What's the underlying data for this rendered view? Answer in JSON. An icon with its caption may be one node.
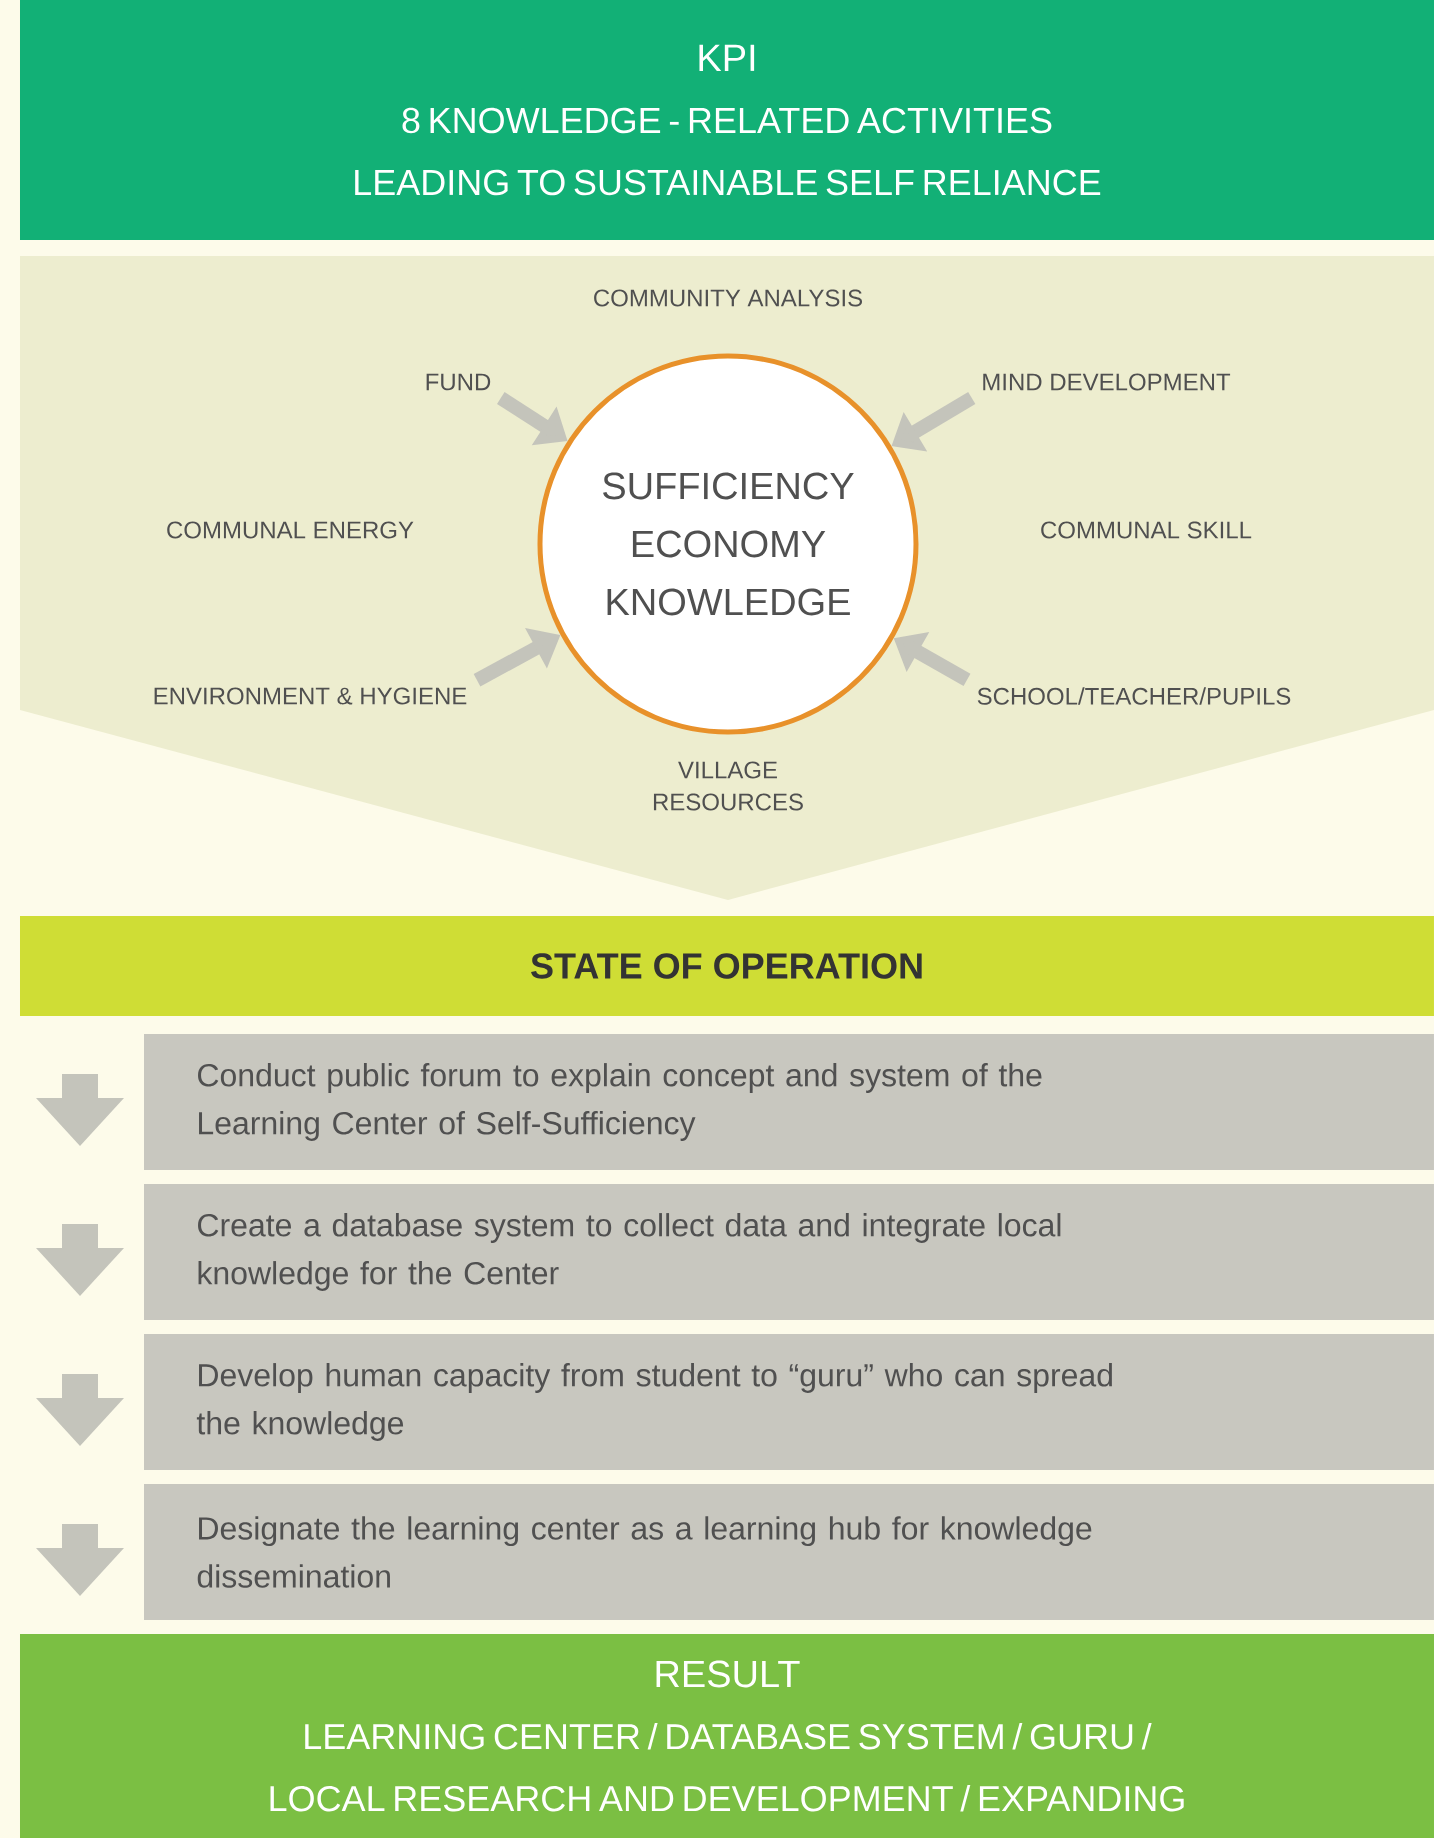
{
  "diagram": {
    "nodes": [
      {
        "text": [
          "KPI",
          "8 KNOWLEDGE - RELATED ACTIVITIES LEADING TO SUSTAINABLE SELF RELIANCE"
        ]
      },
      {
        "text": [
          "SUFFICIENCY ECONOMY KNOWLEDGE"
        ]
      },
      {
        "text": [
          "COMMUNITY ANALYSIS"
        ]
      },
      {
        "text": [
          "FUND"
        ]
      },
      {
        "text": [
          "MIND DEVELOPMENT"
        ]
      },
      {
        "text": [
          "COMMUNAL ENERGY"
        ]
      },
      {
        "text": [
          "COMMUNAL SKILL"
        ]
      },
      {
        "text": [
          "ENVIRONMENT & HYGIENE"
        ]
      },
      {
        "text": [
          "SCHOOL/TEACHER/PUPILS"
        ]
      },
      {
        "text": [
          "VILLAGE RESOURCES"
        ]
      },
      {
        "text": [
          "STATE OF OPERATION"
        ]
      },
      {
        "text": [
          "Conduct public forum to explain concept and system of the Learning Center of Self-Sufficiency"
        ]
      },
      {
        "text": [
          "Create a database system to collect data and integrate local knowledge for the Center"
        ]
      },
      {
        "text": [
          "Develop human capacity from student to “guru” who can spread the knowledge"
        ]
      },
      {
        "text": [
          "Designate the learning center as a learning hub for knowledge dissemination"
        ]
      },
      {
        "text": [
          "RESULT",
          "LEARNING CENTER / DATABASE SYSTEM / GURU / LOCAL RESEARCH AND DEVELOPMENT / EXPANDING"
        ]
      }
    ],
    "edges": [
      {
        "from": 3,
        "to": 1,
        "arrow": "to"
      },
      {
        "from": 4,
        "to": 1,
        "arrow": "to"
      },
      {
        "from": 7,
        "to": 1,
        "arrow": "to"
      },
      {
        "from": 8,
        "to": 1,
        "arrow": "to"
      }
    ]
  }
}
